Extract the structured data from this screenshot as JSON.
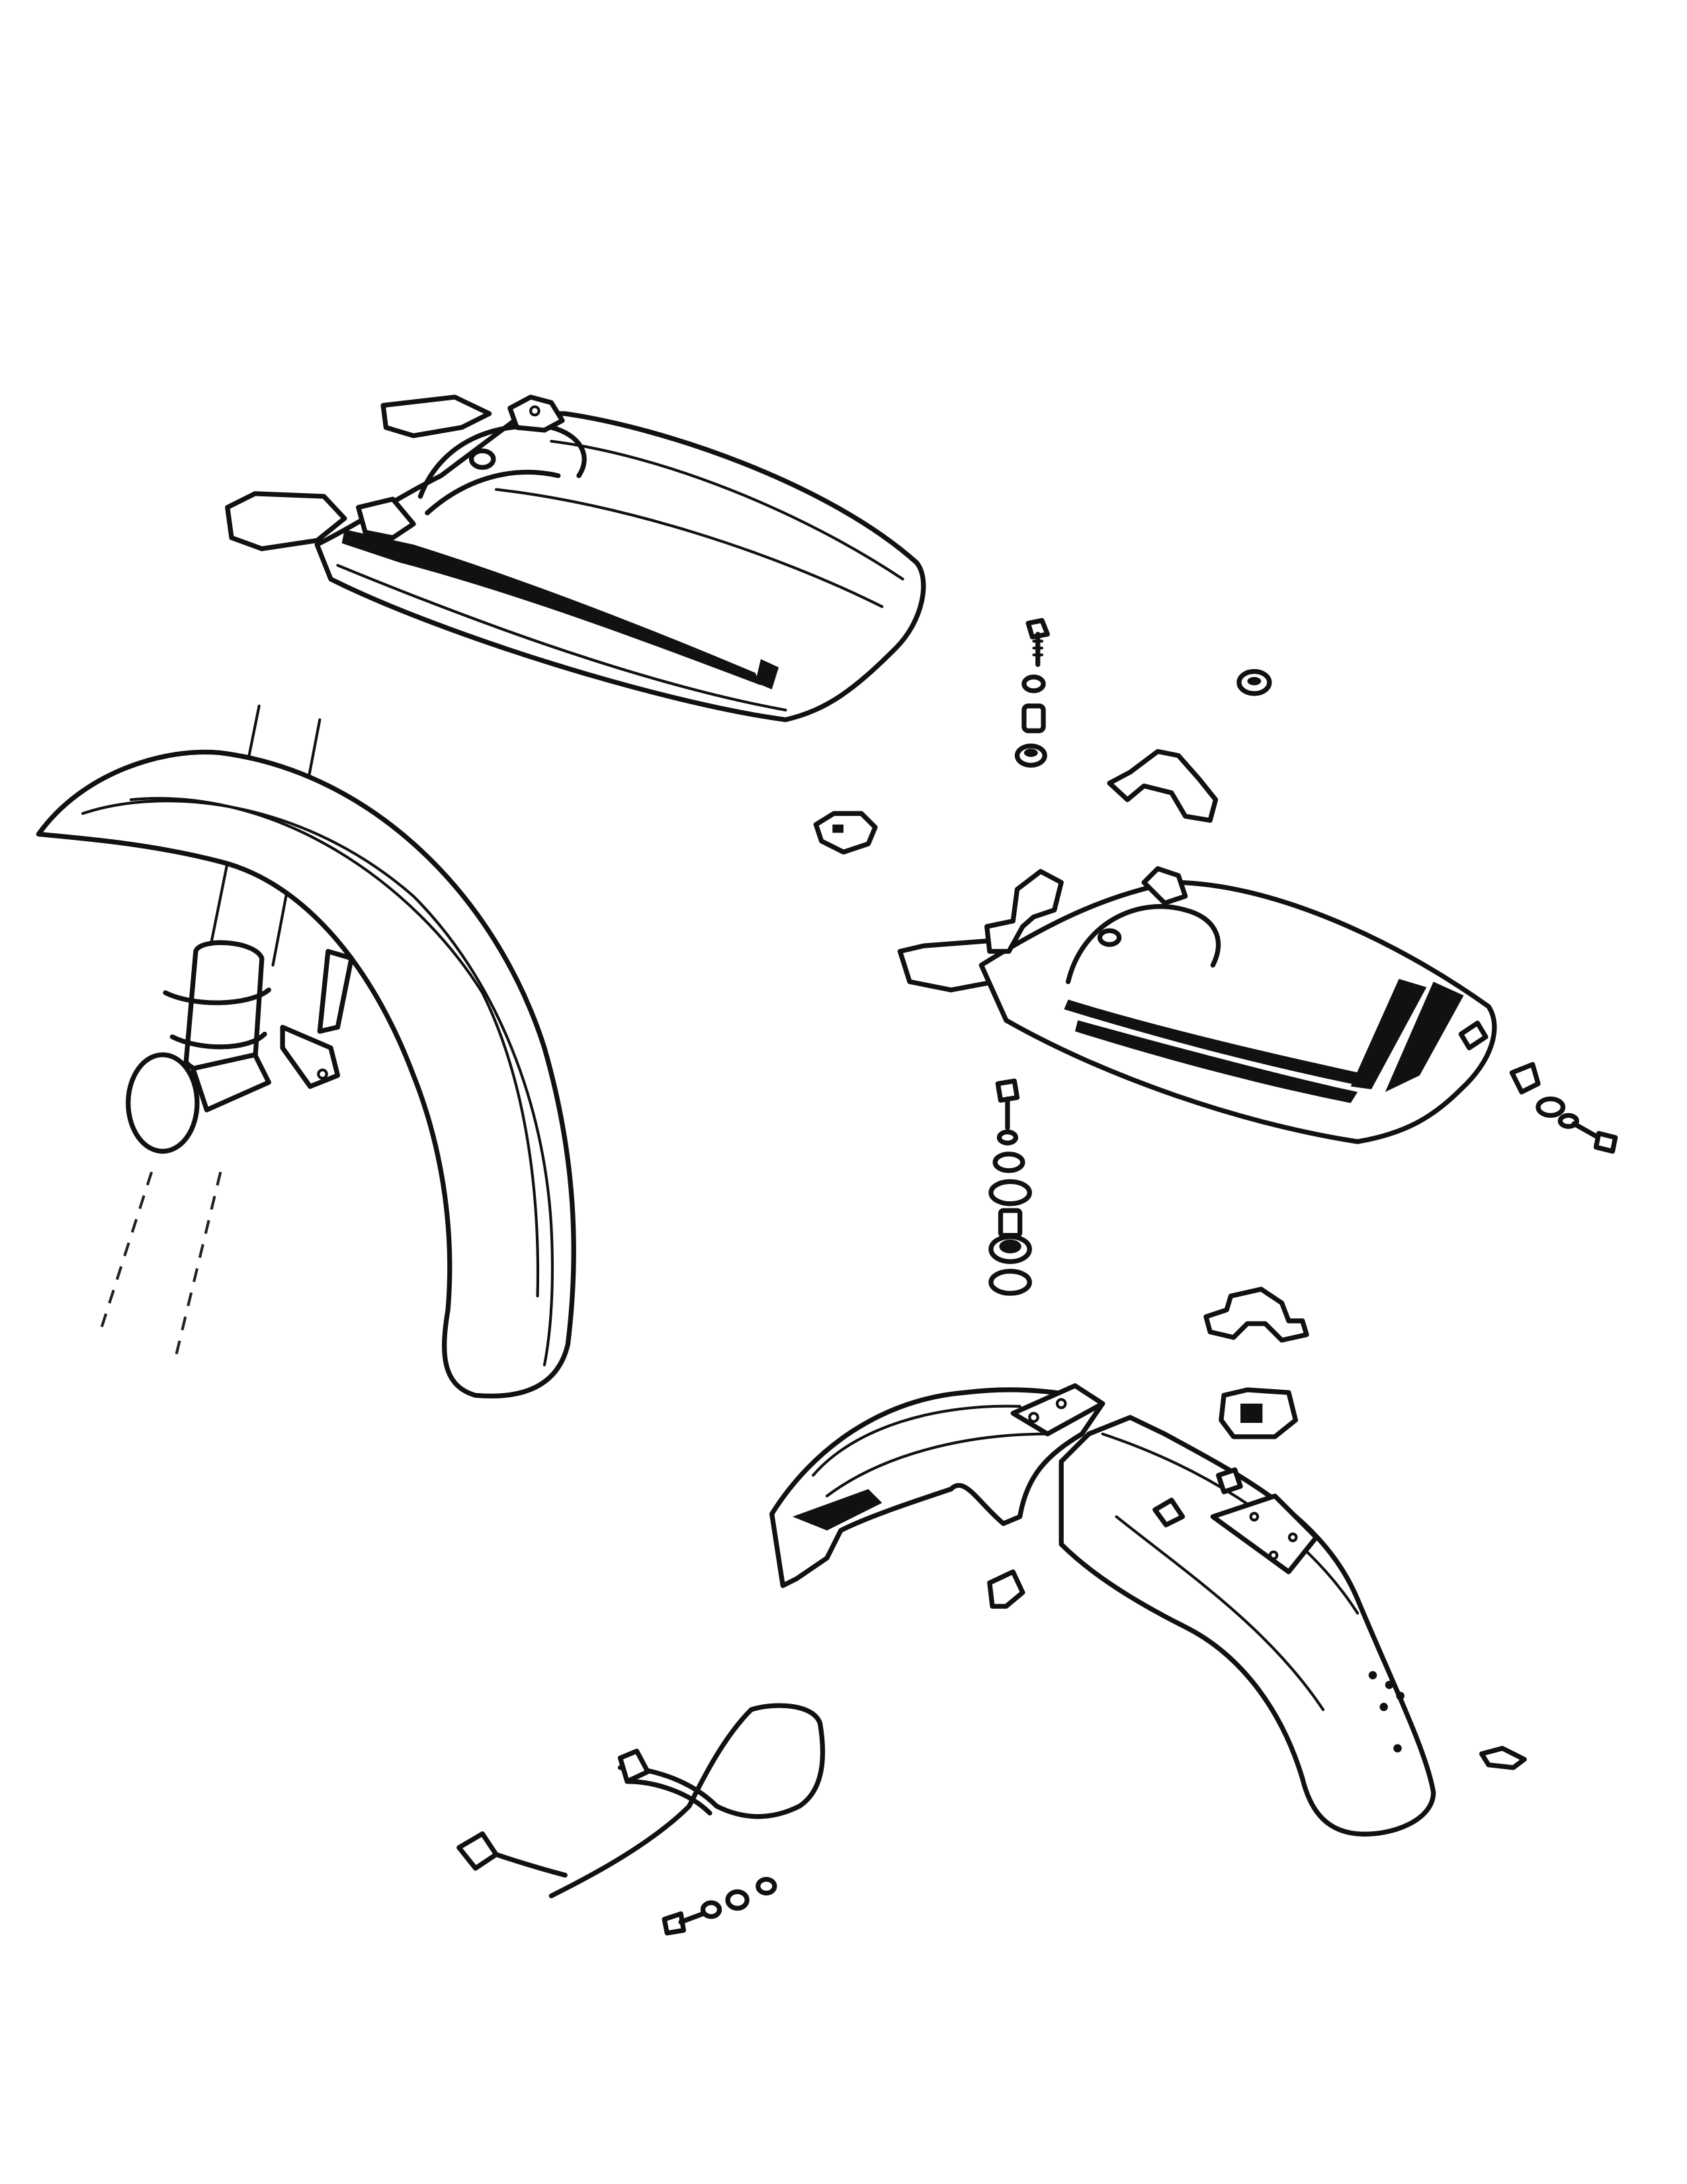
{
  "diagram": {
    "colors": {
      "line": "#111111",
      "background": "#ffffff",
      "stripe": "#111111"
    },
    "parts": [
      "upper-front-mudguard-black-stripe",
      "front-fork-mudguard",
      "mudguard-mounting-bolts-washers",
      "lower-front-mudguard-stripes",
      "mudguard-bracket",
      "rear-mudguard-front-section",
      "rear-mudguard-rear-section",
      "mudguard-stay-with-fasteners"
    ]
  }
}
